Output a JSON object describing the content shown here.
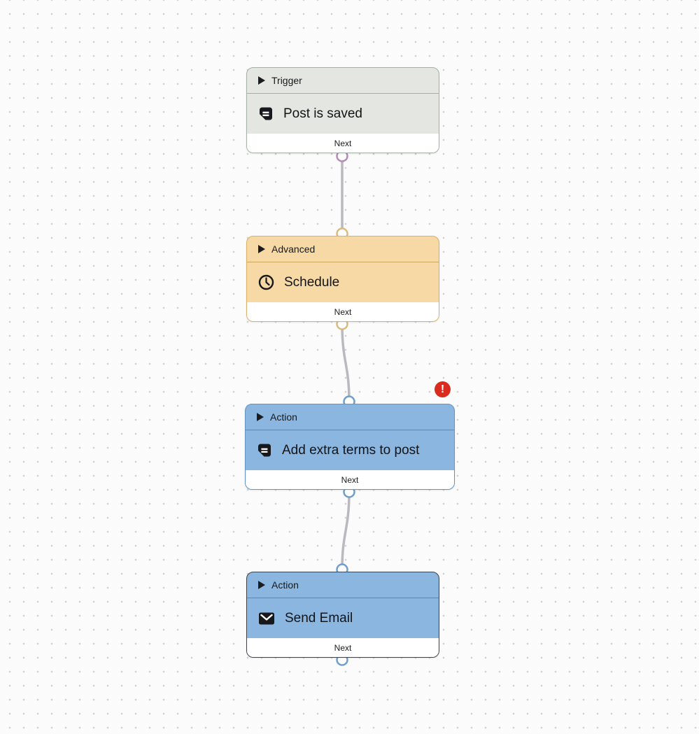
{
  "canvas": {
    "background_color": "#fbfbfb",
    "dot_color": "#d2d2d2",
    "edge_color": "#b9b9be"
  },
  "nodes": [
    {
      "category": "Trigger",
      "label": "Post is saved",
      "icon": "document-icon",
      "footer_label": "Next",
      "fill": "#e4e7e1",
      "border": "#a6b0a6",
      "port_color": "#b48bb2"
    },
    {
      "category": "Advanced",
      "label": "Schedule",
      "icon": "clock-icon",
      "footer_label": "Next",
      "fill": "#f6d9a4",
      "border": "#d8b06a",
      "port_color": "#dcba7e"
    },
    {
      "category": "Action",
      "label": "Add extra terms to post",
      "icon": "document-icon",
      "footer_label": "Next",
      "fill": "#8bb6e0",
      "border": "#5f94c4",
      "port_color": "#6f9ecd",
      "error_badge": "!"
    },
    {
      "category": "Action",
      "label": "Send Email",
      "icon": "envelope-icon",
      "footer_label": "Next",
      "fill": "#8bb6e0",
      "border": "#3f4349",
      "port_color": "#6f9ecd",
      "selected": true
    }
  ]
}
